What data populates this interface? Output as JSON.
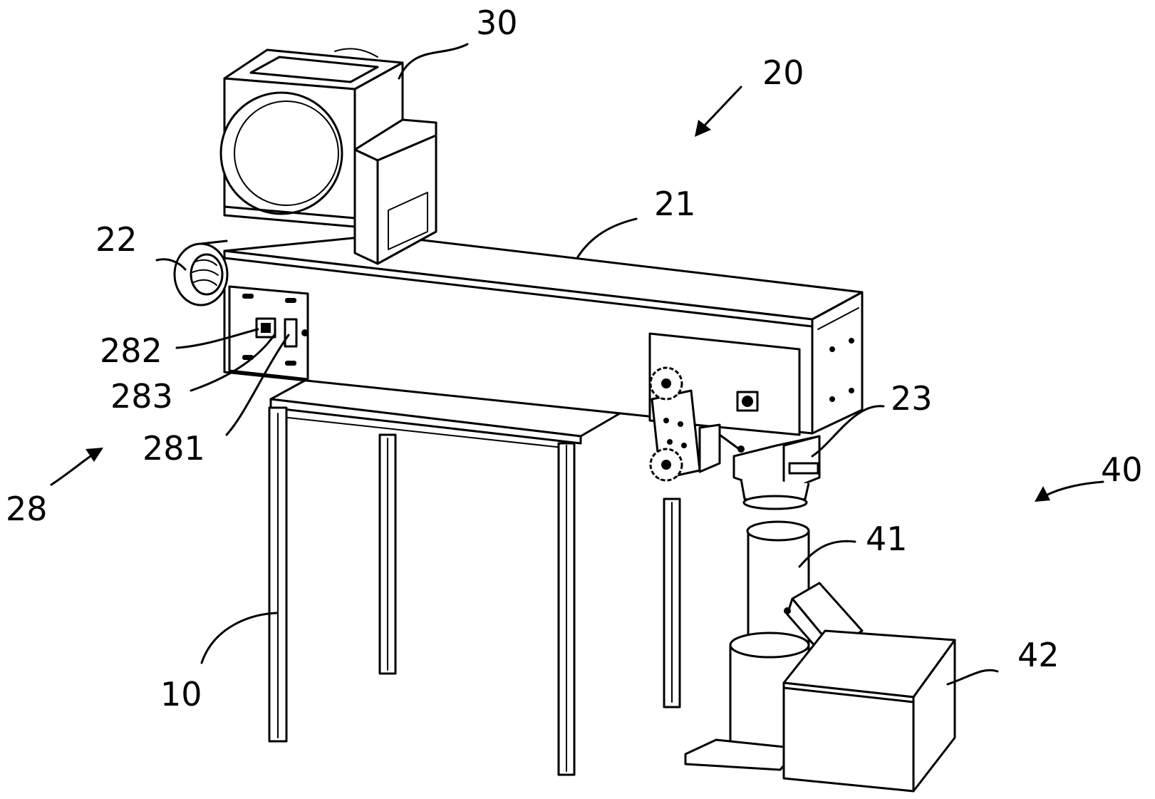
{
  "labels": {
    "l30": "30",
    "l20": "20",
    "l21": "21",
    "l22": "22",
    "l282": "282",
    "l283": "283",
    "l281": "281",
    "l28": "28",
    "l23": "23",
    "l40": "40",
    "l41": "41",
    "l42": "42",
    "l10": "10"
  }
}
